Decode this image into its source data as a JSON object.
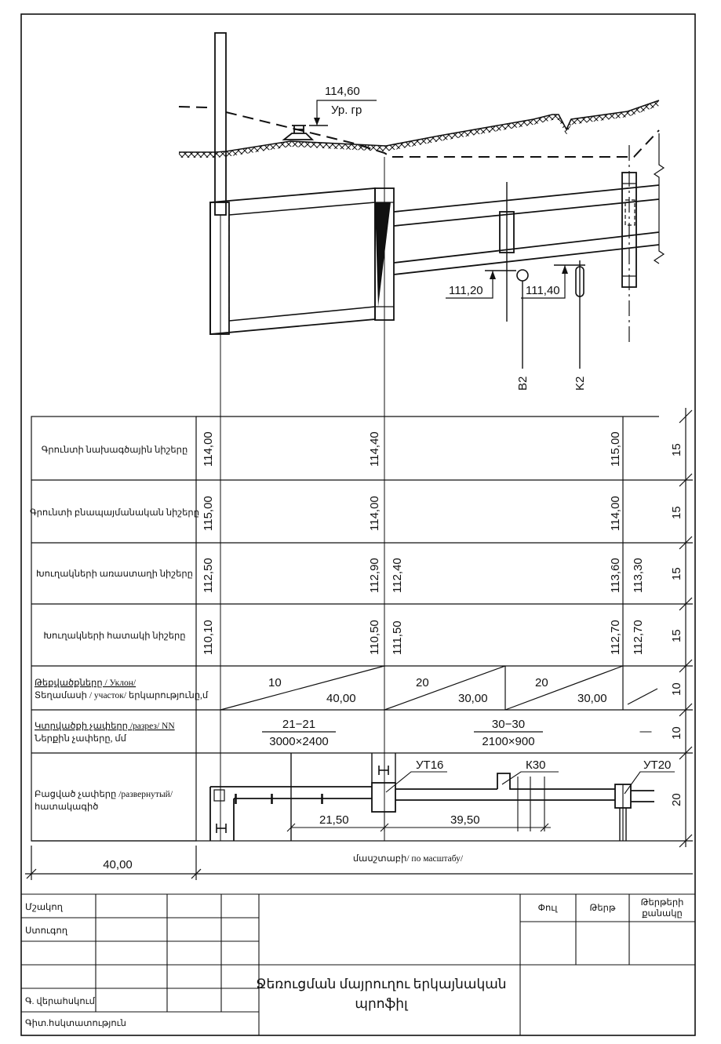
{
  "profile": {
    "ground_mark": "114,60",
    "ground_mark_label": "Ур. гр",
    "pipe_mark_1": "111,20",
    "pipe_mark_2": "111,40",
    "line_b2": "B2",
    "line_k2": "K2"
  },
  "table": {
    "row_labels": {
      "design_ground": "Գրունտի նախագծային նիշերը",
      "natural_ground": "Գրունտի բնապայմանական նիշերը",
      "pipe_top": "Խուղակների առաստաղի նիշերը",
      "pipe_bottom": "Խուղակների հատակի նիշերը",
      "slope_line1": "Թեքվածքները / Уклон/",
      "slope_line2": "Տեղամասի / участок/ երկարությունը,մ",
      "section_line1": "Կտրվածքի չափերը /разрез/ NN",
      "section_line2": "Ներքին չափերը, մմ",
      "plan_line1": "Բացված չափերը /развернутый/",
      "plan_line2": "հատակագիծ"
    },
    "row_heights": [
      "15",
      "15",
      "15",
      "15",
      "10",
      "10",
      "20"
    ],
    "design_ground": [
      "114,00",
      "114,40",
      "115,00"
    ],
    "natural_ground": [
      "115,00",
      "114,00",
      "114,00"
    ],
    "pipe_top": [
      "112,50",
      "112,90",
      "112,40",
      "113,60",
      "113,30"
    ],
    "pipe_bottom": [
      "110,10",
      "110,50",
      "111,50",
      "112,70",
      "112,70"
    ],
    "slopes": [
      {
        "slope": "10",
        "length": "40,00"
      },
      {
        "slope": "20",
        "length": "30,00"
      },
      {
        "slope": "20",
        "length": "30,00"
      }
    ],
    "sections": [
      {
        "name": "21−21",
        "size": "3000×2400"
      },
      {
        "name": "30−30",
        "size": "2100×900"
      },
      {
        "name": "—"
      }
    ],
    "plan": {
      "ut16": "УТ16",
      "k30": "К30",
      "ut20": "УТ20",
      "dim1": "21,50",
      "dim2": "39,50"
    },
    "header_width": "40,00",
    "scale_note": "մասշտաբի/ по масштабу/"
  },
  "title_block": {
    "roles": [
      "Մշակող",
      "Ստուգող",
      "",
      "",
      "Գ. վերահսկում",
      "Գիտ.հսկտատություն"
    ],
    "stage": "Փուլ",
    "sheet": "Թերթ",
    "sheets_count_line1": "Թերթերի",
    "sheets_count_line2": "քանակը",
    "title_line1": "Ջեռուցման մայրուղու երկայնական",
    "title_line2": "պրոֆիլ"
  }
}
